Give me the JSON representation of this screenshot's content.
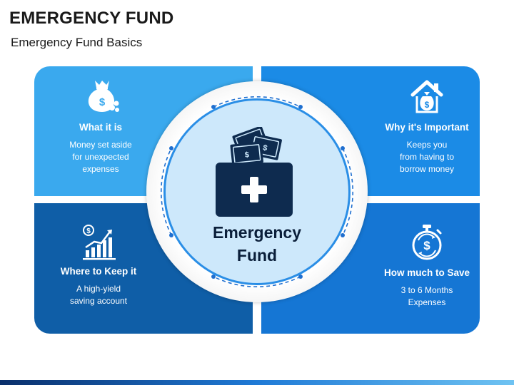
{
  "header": {
    "title": "EMERGENCY FUND",
    "subtitle": "Emergency Fund Basics"
  },
  "center": {
    "line1": "Emergency",
    "line2": "Fund",
    "icon": "wallet-plus-icon"
  },
  "quadrants": {
    "top_left": {
      "heading": "What it is",
      "line1": "Money set aside",
      "line2": "for unexpected",
      "line3": "expenses",
      "icon": "money-bag-icon",
      "color": "#3aa9ee"
    },
    "top_right": {
      "heading": "Why it's Important",
      "line1": "Keeps you",
      "line2": "from having to",
      "line3": "borrow money",
      "icon": "house-money-icon",
      "color": "#1b8be6"
    },
    "bottom_left": {
      "heading": "Where to Keep it",
      "line1": "A high-yield",
      "line2": "saving account",
      "icon": "growth-chart-icon",
      "color": "#0f5ea7"
    },
    "bottom_right": {
      "heading": "How much to Save",
      "line1": "3 to 6 Months",
      "line2": "Expenses",
      "icon": "stopwatch-dollar-icon",
      "color": "#1576d4"
    }
  }
}
